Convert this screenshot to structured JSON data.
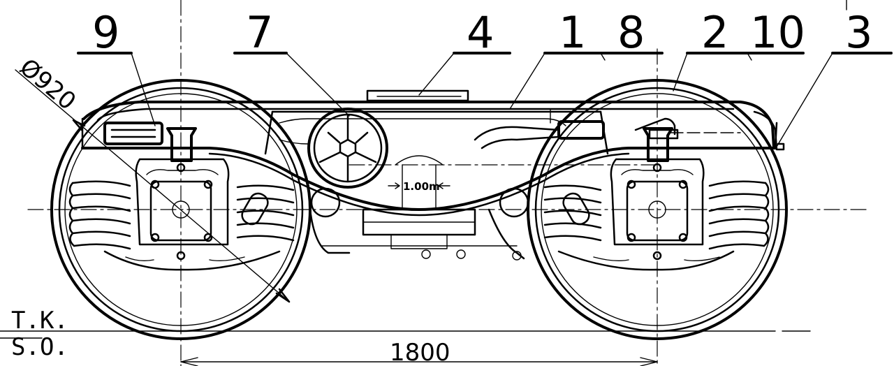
{
  "callouts": {
    "c9": "9",
    "c7": "7",
    "c4": "4",
    "c1": "1",
    "c8": "8",
    "c2": "2",
    "c10": "10",
    "c3": "3"
  },
  "dimensions": {
    "wheel_diameter": "Ø920",
    "wheelbase": "1800",
    "center_mark": "1.00m"
  },
  "reference_lines": {
    "top_label": "T.K.",
    "bottom_label": "S.O."
  },
  "colors": {
    "line": "#000000",
    "background": "#ffffff"
  }
}
